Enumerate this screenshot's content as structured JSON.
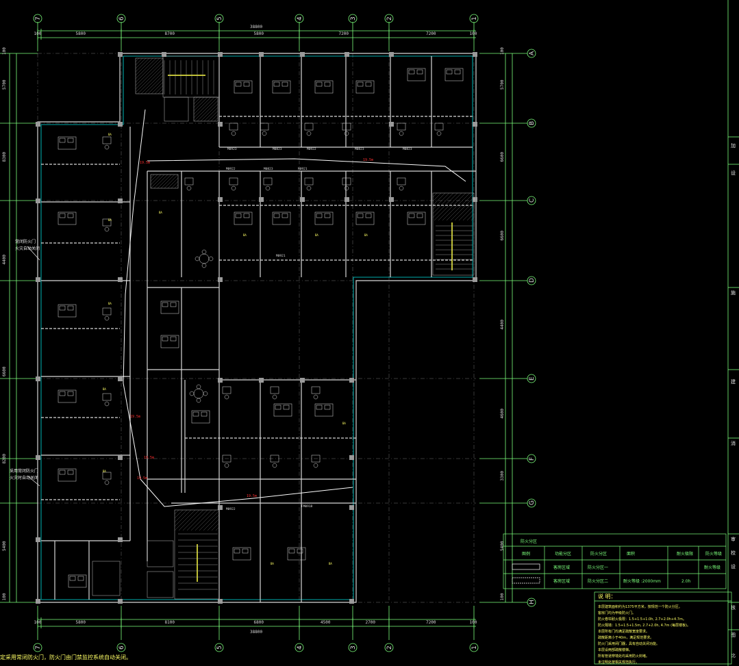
{
  "top_dims": {
    "total": "38800",
    "segments": [
      "100",
      "5800",
      "8700",
      "5800",
      "7200",
      "7200",
      "100"
    ]
  },
  "bottom_dims": {
    "total": "38800",
    "segments": [
      "100",
      "5800",
      "8100",
      "6800",
      "4500",
      "2700",
      "7200",
      "100"
    ]
  },
  "left_dims": [
    "100",
    "5700",
    "8300",
    "4400",
    "6600",
    "8200",
    "5400",
    "100"
  ],
  "right_dims": [
    "100",
    "5700",
    "6600",
    "6600",
    "4400",
    "4600",
    "3300",
    "5400",
    "100"
  ],
  "column_axes": [
    "7",
    "6",
    "5",
    "4",
    "3",
    "2",
    "1"
  ],
  "row_axes": [
    "A",
    "B",
    "C",
    "D",
    "E",
    "F",
    "G",
    "H"
  ],
  "room_labels": [
    "BA",
    "BA",
    "BA",
    "BA",
    "BA",
    "BA",
    "BA",
    "BA",
    "BA",
    "BA",
    "BA",
    "BA"
  ],
  "door_labels": [
    "M0923",
    "M0823",
    "M0922",
    "M0823",
    "M0823",
    "M0922",
    "M0823",
    "M0921",
    "M0921",
    "M0922",
    "FM0918"
  ],
  "red_labels": [
    "19.5m",
    "19.5m",
    "19.5m",
    "19.5m",
    "19.5m",
    "19.5m"
  ],
  "left_notes": [
    "常闭防火门",
    "火灾自动关闭",
    "采用常闭防火门",
    "火灾时自动关闭"
  ],
  "legend": {
    "title": "防火分区",
    "headers": [
      "图例",
      "功能分区",
      "防火分区",
      "面积",
      "耐火极限",
      "防火等级"
    ],
    "rows": [
      {
        "c1": "",
        "c2": "客房区域",
        "c3": "防火分区一",
        "c4": "",
        "c5": "",
        "c6": "耐火等级"
      },
      {
        "c1": "",
        "c2": "客房区域",
        "c3": "防火分区二",
        "c4": "耐火等级 :2000mm",
        "c5": "2.0h",
        "c6": ""
      }
    ]
  },
  "notes": {
    "title": "说 明：",
    "lines": [
      "本层建筑面积约为1375平方米，按规范一个防火分区。",
      "客房门均为甲级防火门。",
      "防火卷帘耐火极限：1.5+1.5+1.0h, 2.7+2.0h+4.7m。",
      "防火隔墙：1.5+1.5+1.5m, 2.7+2.0h, 4.7m (每层楼板)。",
      "本层所有门均满足疏散宽度要求。",
      "疏散距离小于40m，满足规范要求。",
      "防火门采用闭门器，具有自动关闭功能。",
      "本层设两部疏散楼梯。",
      "所有管道穿墙处均采用防火封堵。",
      "未注明处按相关规范执行。"
    ]
  },
  "bottom_note": "定采用常闭防火门，防火门由门禁监控系统自动关闭。",
  "right_strip": [
    "加",
    "设",
    "施",
    "建",
    "消",
    "审",
    "校",
    "设",
    "核",
    "图",
    "比"
  ]
}
